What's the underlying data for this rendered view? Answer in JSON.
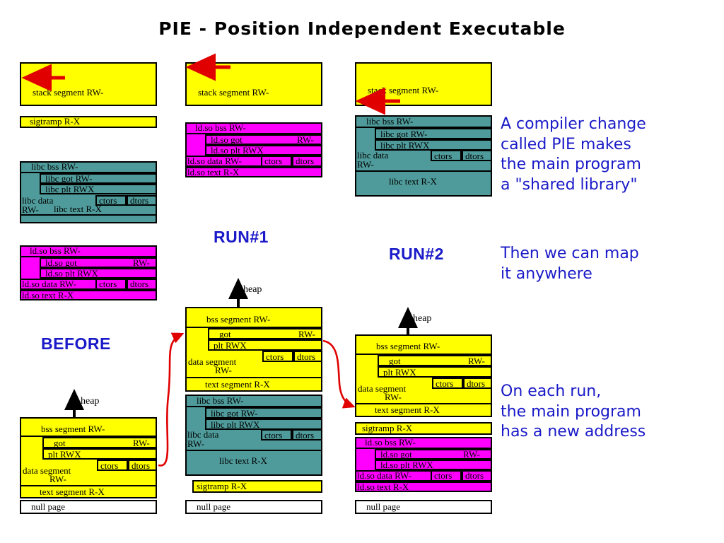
{
  "title": "PIE - Position Independent Executable",
  "colors": {
    "yellow": "#ffff00",
    "teal": "#4f9a9a",
    "magenta": "#ff00ff",
    "white": "#ffffff",
    "note_blue": "#1a1ac8",
    "arrow_red": "#e00000",
    "outline": "#000000"
  },
  "labels": {
    "before": "BEFORE",
    "run1": "RUN#1",
    "run2": "RUN#2",
    "heap": "heap"
  },
  "notes": {
    "note1": "A compiler change\ncalled PIE makes\nthe main program\na \"shared library\"",
    "note2": "Then we can map\nit anywhere",
    "note3": "On each run,\nthe main program\nhas a new address"
  },
  "segments": {
    "stack": "stack segment RW-",
    "sigtramp": "sigtramp R-X",
    "null_page": "null page",
    "bss": "bss segment RW-",
    "got": "got",
    "got_perm": "RW-",
    "plt": "plt  RWX",
    "ctors": "ctors",
    "dtors": "dtors",
    "data": "data segment",
    "data_perm": "RW-",
    "text": "text segment R-X",
    "libc_bss": "libc bss RW-",
    "libc_got": "libc got   RW-",
    "libc_plt": "libc plt   RWX",
    "libc_data": "libc data",
    "libc_data_perm": "RW-",
    "libc_text": "libc text R-X",
    "ldso_bss": "ld.so bss RW-",
    "ldso_got": "ld.so got",
    "ldso_got_perm": "RW-",
    "ldso_plt": "ld.so plt  RWX",
    "ldso_data": "ld.so data RW-",
    "ldso_text": "ld.so text  R-X"
  },
  "columns": {
    "before": {
      "name": "BEFORE",
      "blocks": [
        "stack",
        "sigtramp",
        "libc",
        "ld.so",
        "main-program",
        "null-page"
      ]
    },
    "run1": {
      "name": "RUN#1",
      "blocks": [
        "stack",
        "ld.so",
        "main-program",
        "libc",
        "sigtramp",
        "null-page"
      ]
    },
    "run2": {
      "name": "RUN#2",
      "blocks": [
        "stack",
        "libc",
        "main-program",
        "sigtramp",
        "ld.so",
        "null-page"
      ]
    }
  }
}
